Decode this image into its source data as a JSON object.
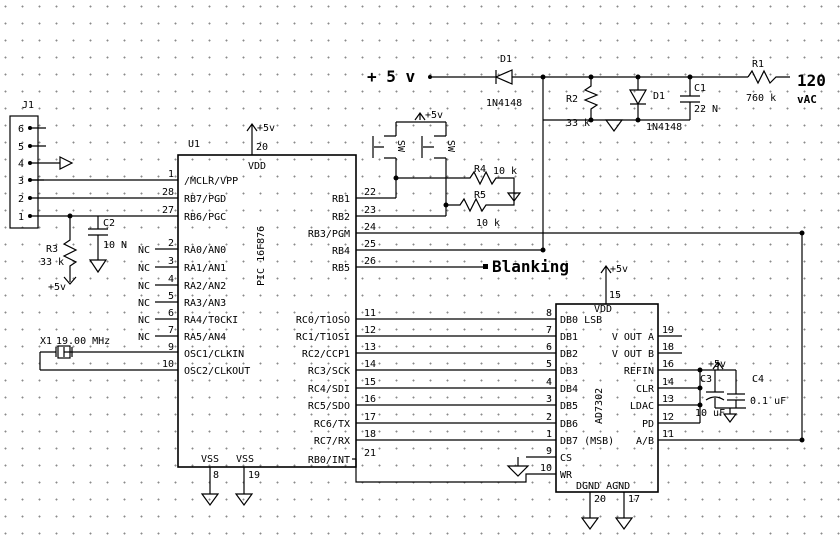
{
  "j1": {
    "ref": "J1",
    "pins": [
      "6",
      "5",
      "4",
      "3",
      "2",
      "1"
    ]
  },
  "u1": {
    "ref": "U1",
    "part": "PIC 16F876",
    "vdd_label": "VDD",
    "vdd_pin": "20",
    "left_pins": [
      {
        "num": "1",
        "name": "/MCLR/VPP"
      },
      {
        "num": "28",
        "name": "RB7/PGD"
      },
      {
        "num": "27",
        "name": "RB6/PGC"
      },
      {
        "num": "2",
        "name": "RA0/AN0",
        "nc": "NC"
      },
      {
        "num": "3",
        "name": "RA1/AN1",
        "nc": "NC"
      },
      {
        "num": "4",
        "name": "RA2/AN2",
        "nc": "NC"
      },
      {
        "num": "5",
        "name": "RA3/AN3",
        "nc": "NC"
      },
      {
        "num": "6",
        "name": "RA4/T0CKI",
        "nc": "NC"
      },
      {
        "num": "7",
        "name": "RA5/AN4",
        "nc": "NC"
      },
      {
        "num": "9",
        "name": "OSC1/CLKIN"
      },
      {
        "num": "10",
        "name": "OSC2/CLKOUT"
      }
    ],
    "right_pins": [
      {
        "num": "22",
        "name": "RB1"
      },
      {
        "num": "23",
        "name": "RB2"
      },
      {
        "num": "24",
        "name": "RB3/PGM"
      },
      {
        "num": "25",
        "name": "RB4"
      },
      {
        "num": "26",
        "name": "RB5"
      },
      {
        "num": "11",
        "name": "RC0/T1OSO"
      },
      {
        "num": "12",
        "name": "RC1/T1OSI"
      },
      {
        "num": "13",
        "name": "RC2/CCP1"
      },
      {
        "num": "14",
        "name": "RC3/SCK"
      },
      {
        "num": "15",
        "name": "RC4/SDI"
      },
      {
        "num": "16",
        "name": "RC5/SDO"
      },
      {
        "num": "17",
        "name": "RC6/TX"
      },
      {
        "num": "18",
        "name": "RC7/RX"
      },
      {
        "num": "21",
        "name": "RB0/INT"
      }
    ],
    "vss1": "VSS",
    "vss2": "VSS",
    "vss1_pin": "8",
    "vss2_pin": "19"
  },
  "dac": {
    "part": "AD7302",
    "vdd_label": "VDD",
    "vdd_pin": "15",
    "left_pins": [
      {
        "num": "8",
        "name": "DB0 LSB"
      },
      {
        "num": "7",
        "name": "DB1"
      },
      {
        "num": "6",
        "name": "DB2"
      },
      {
        "num": "5",
        "name": "DB3"
      },
      {
        "num": "4",
        "name": "DB4"
      },
      {
        "num": "3",
        "name": "DB5"
      },
      {
        "num": "2",
        "name": "DB6"
      },
      {
        "num": "1",
        "name": "DB7 (MSB)"
      },
      {
        "num": "9",
        "name": "CS"
      },
      {
        "num": "10",
        "name": "WR"
      }
    ],
    "right_pins": [
      {
        "num": "19",
        "name": "V OUT A"
      },
      {
        "num": "18",
        "name": "V OUT B"
      },
      {
        "num": "16",
        "name": "REFIN"
      },
      {
        "num": "14",
        "name": "CLR"
      },
      {
        "num": "13",
        "name": "LDAC"
      },
      {
        "num": "12",
        "name": "PD"
      },
      {
        "num": "11",
        "name": "A/B"
      }
    ],
    "gnd_label": "DGND AGND",
    "dgnd_pin": "20",
    "agnd_pin": "17"
  },
  "supply": {
    "plus5": "+5v",
    "plus5_big": "+ 5 v",
    "mains_value": "120",
    "mains_unit": "vAC"
  },
  "parts": {
    "d1_top": {
      "ref": "D1",
      "value": "1N4148"
    },
    "d1_sh": {
      "ref": "D1",
      "value": "1N4148"
    },
    "r1": {
      "ref": "R1",
      "value": "760 k"
    },
    "r2": {
      "ref": "R2",
      "value": "33 k"
    },
    "c1": {
      "ref": "C1",
      "value": "22 N"
    },
    "c2": {
      "ref": "C2",
      "value": "10 N"
    },
    "r3": {
      "ref": "R3",
      "value": "33 k"
    },
    "r4": {
      "ref": "R4",
      "value": "10 k"
    },
    "r5": {
      "ref": "R5",
      "value": "10 k"
    },
    "sw1": "SW",
    "sw2": "SW",
    "x1": {
      "ref": "X1",
      "value": "19.00 MHz"
    },
    "c3": {
      "ref": "C3",
      "value": "10 uF"
    },
    "c4": {
      "ref": "C4",
      "value": "0.1 uF"
    }
  },
  "net": {
    "blanking": "Blanking"
  }
}
